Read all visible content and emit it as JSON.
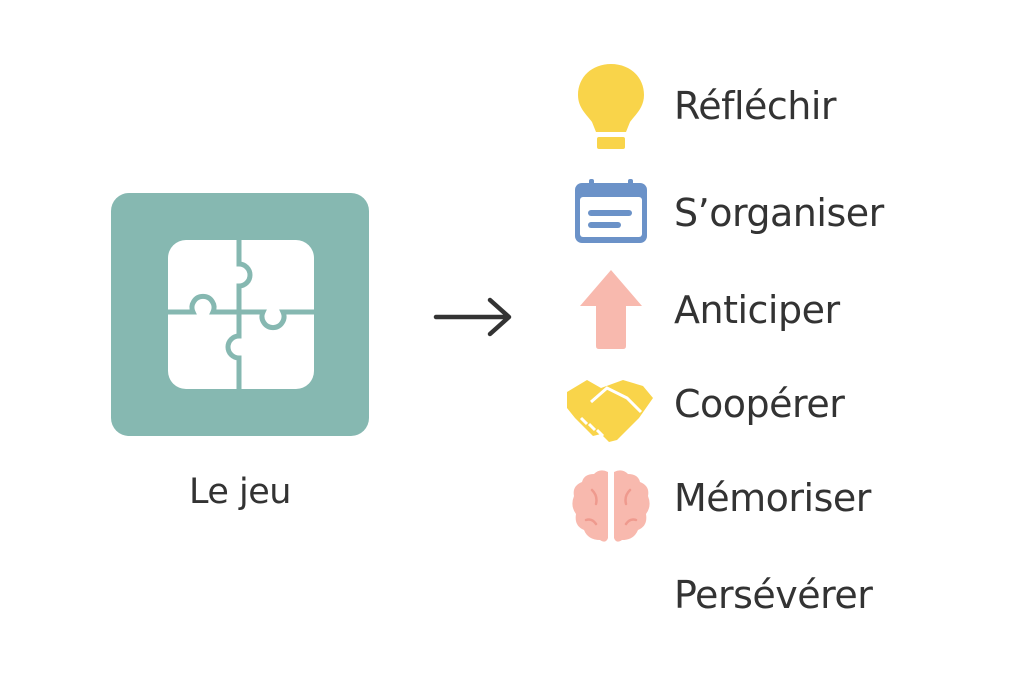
{
  "game": {
    "label": "Le jeu",
    "icon": "puzzle-icon",
    "color": "#86b8b1"
  },
  "arrow": {
    "icon": "arrow-right-icon"
  },
  "skills": [
    {
      "label": "Réfléchir",
      "icon": "lightbulb-icon",
      "color": "#f9d44a"
    },
    {
      "label": "S’organiser",
      "icon": "calendar-icon",
      "color": "#6b92c8"
    },
    {
      "label": "Anticiper",
      "icon": "arrow-up-icon",
      "color": "#f8b9ae"
    },
    {
      "label": "Coopérer",
      "icon": "handshake-icon",
      "color": "#f9d44a"
    },
    {
      "label": "Mémoriser",
      "icon": "brain-icon",
      "color": "#f8b9ae"
    },
    {
      "label": "Persévérer"
    }
  ]
}
